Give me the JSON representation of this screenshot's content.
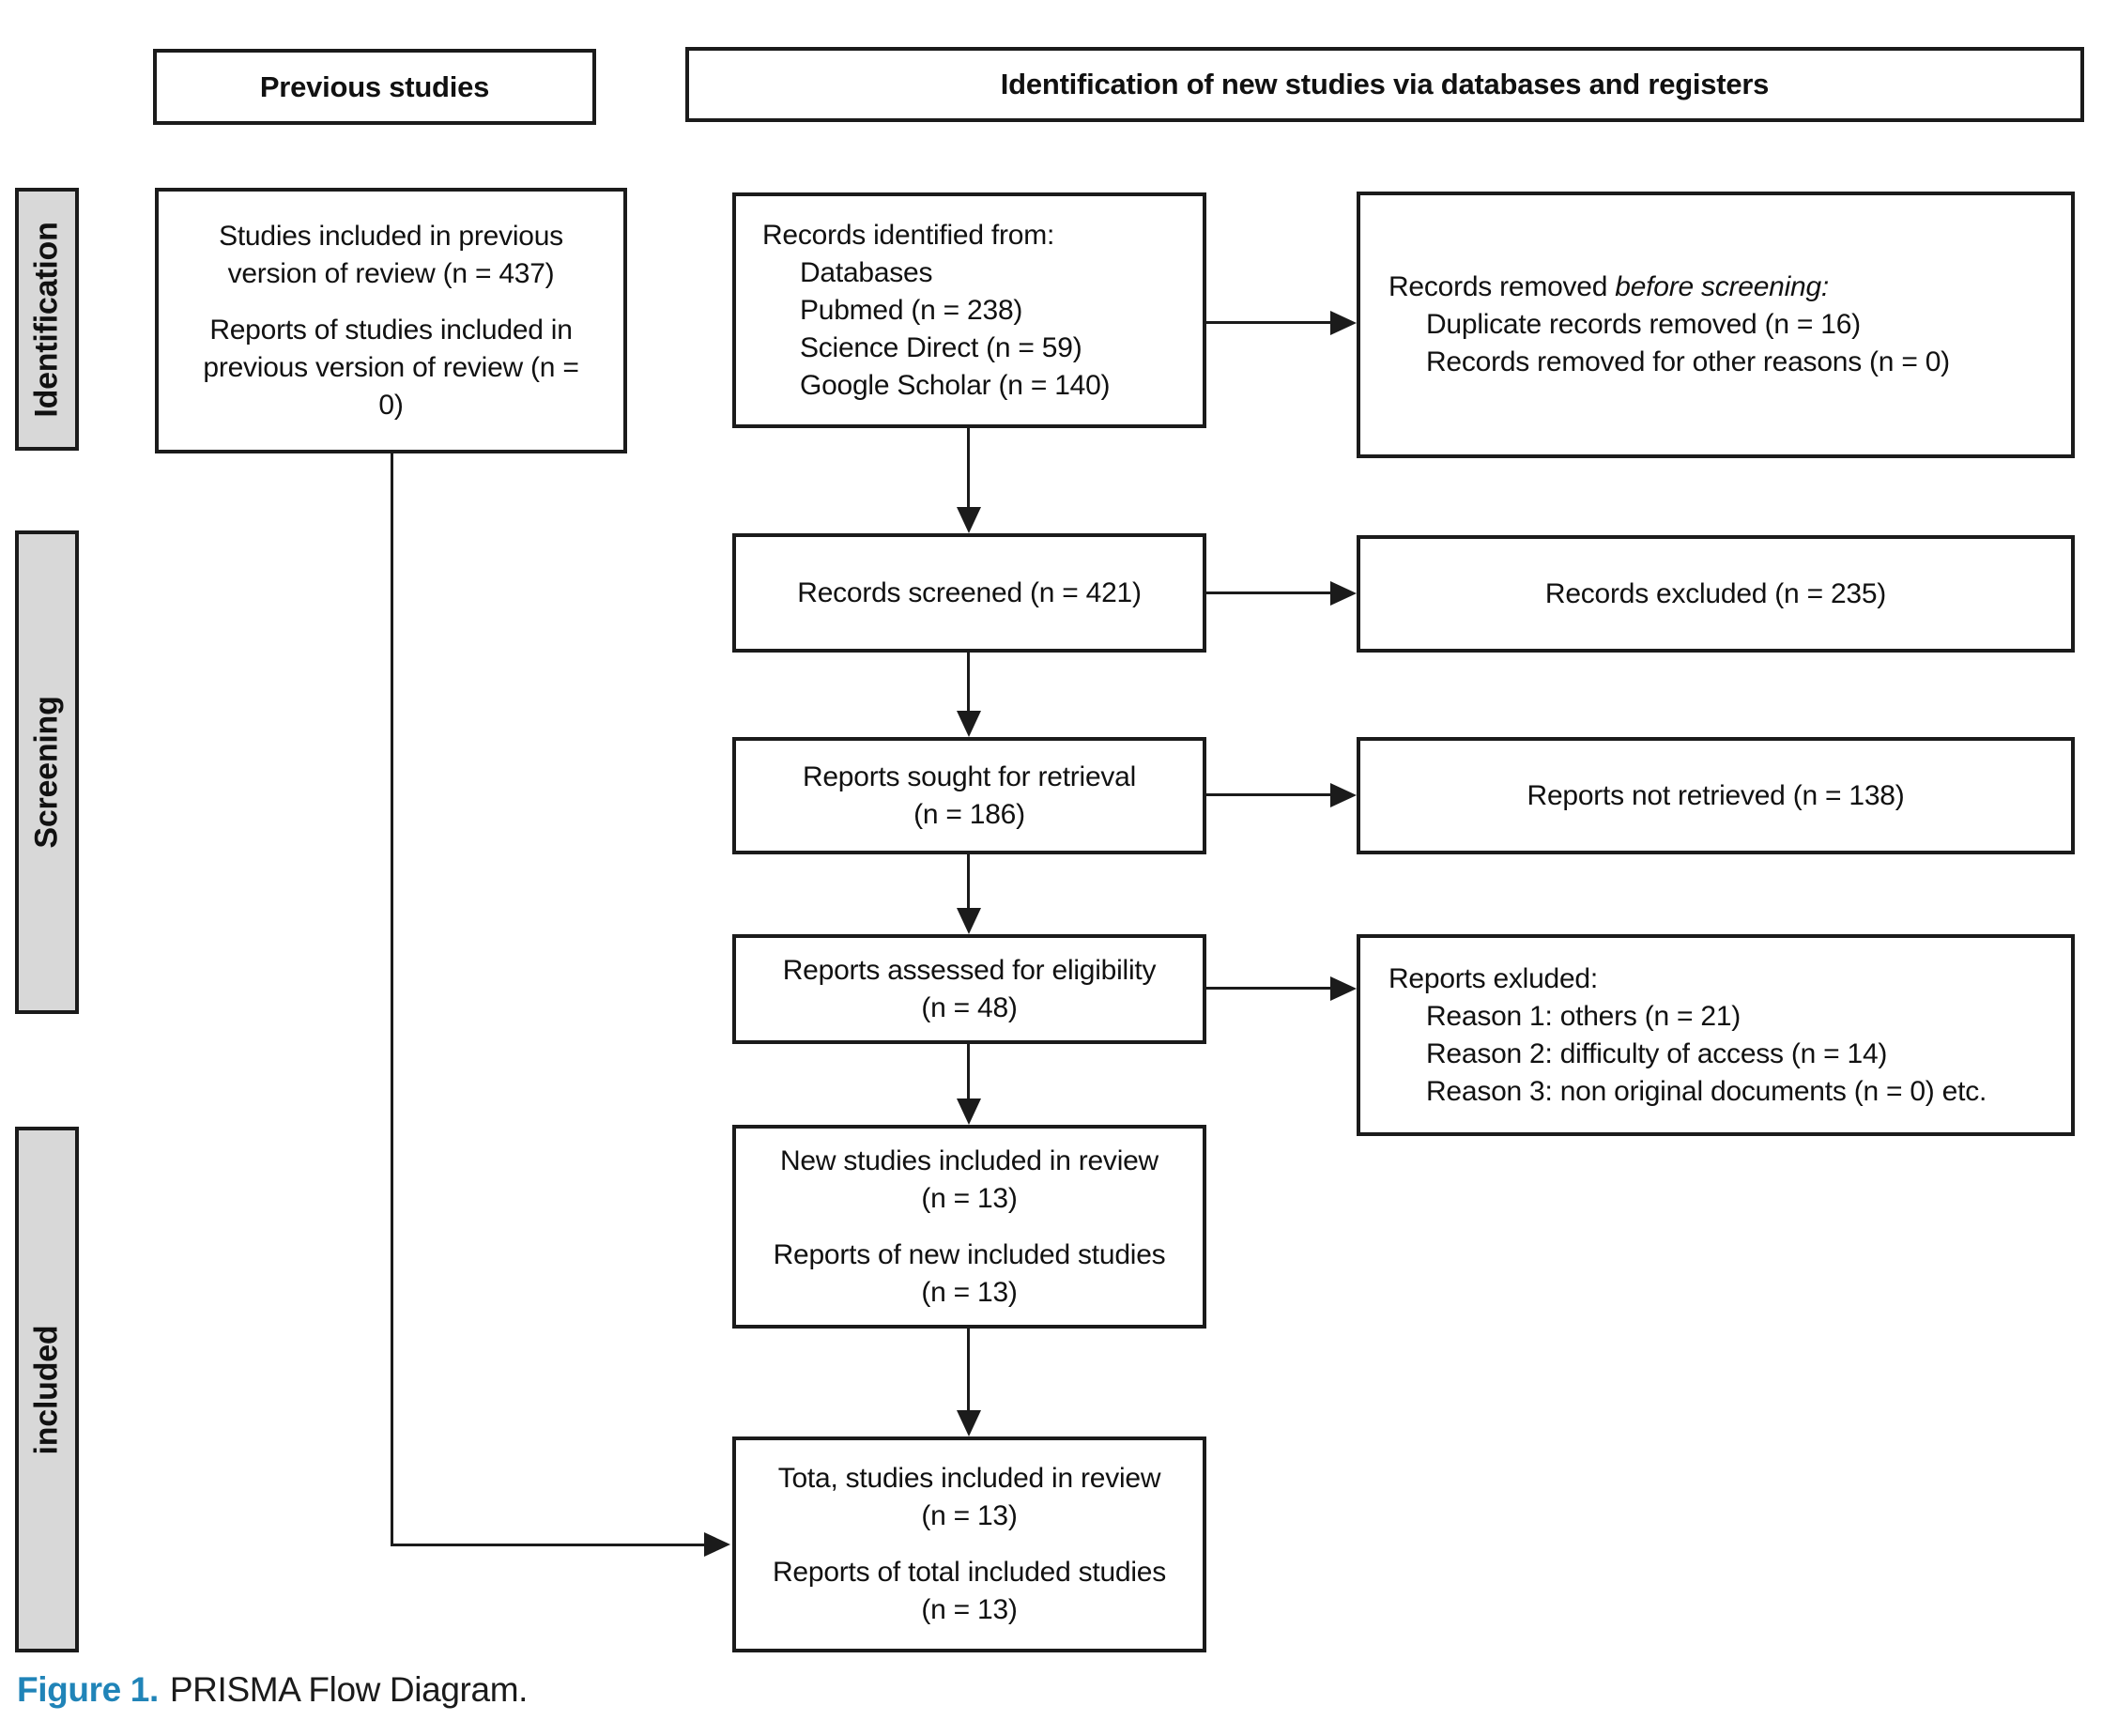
{
  "headers": {
    "previous_studies": "Previous studies",
    "identification": "Identification of new studies via databases and registers"
  },
  "sidebar": {
    "identification": "Identification",
    "screening": "Screening",
    "included": "included"
  },
  "boxes": {
    "previous_included": {
      "p1": "Studies included in previous version of review (n = 437)",
      "p2": "Reports of studies included in previous version of review (n = 0)"
    },
    "records_identified": {
      "title": "Records identified from:",
      "items": [
        "Databases",
        "Pubmed (n = 238)",
        "Science Direct (n = 59)",
        "Google Scholar (n = 140)"
      ]
    },
    "records_removed": {
      "title_prefix": "Records removed ",
      "title_italic": "before screening:",
      "items": [
        "Duplicate records removed (n = 16)",
        "Records removed for other reasons (n = 0)"
      ]
    },
    "records_screened": {
      "text": "Records screened (n = 421)"
    },
    "records_excluded": {
      "text": "Records excluded (n = 235)"
    },
    "reports_sought": {
      "line1": "Reports sought for retrieval",
      "line2": "(n = 186)"
    },
    "reports_not_retrieved": {
      "text": "Reports not retrieved (n = 138)"
    },
    "reports_assessed": {
      "line1": "Reports assessed for eligibility",
      "line2": "(n = 48)"
    },
    "reports_excluded": {
      "title": "Reports exluded:",
      "items": [
        "Reason 1: others (n = 21)",
        "Reason 2: difficulty of access (n = 14)",
        "Reason 3: non original documents (n = 0) etc."
      ]
    },
    "new_studies": {
      "p1_line1": "New studies included in review",
      "p1_line2": "(n = 13)",
      "p2_line1": "Reports of new included studies",
      "p2_line2": "(n = 13)"
    },
    "total_studies": {
      "p1_line1": "Tota, studies included in review",
      "p1_line2": "(n = 13)",
      "p2_line1": "Reports of total included studies",
      "p2_line2": "(n = 13)"
    }
  },
  "caption": {
    "label": "Figure 1.",
    "text": "PRISMA Flow Diagram."
  },
  "colors": {
    "caption_accent": "#2084b8",
    "sidebar_fill": "#d8d8d8",
    "border": "#1b1b1b"
  }
}
